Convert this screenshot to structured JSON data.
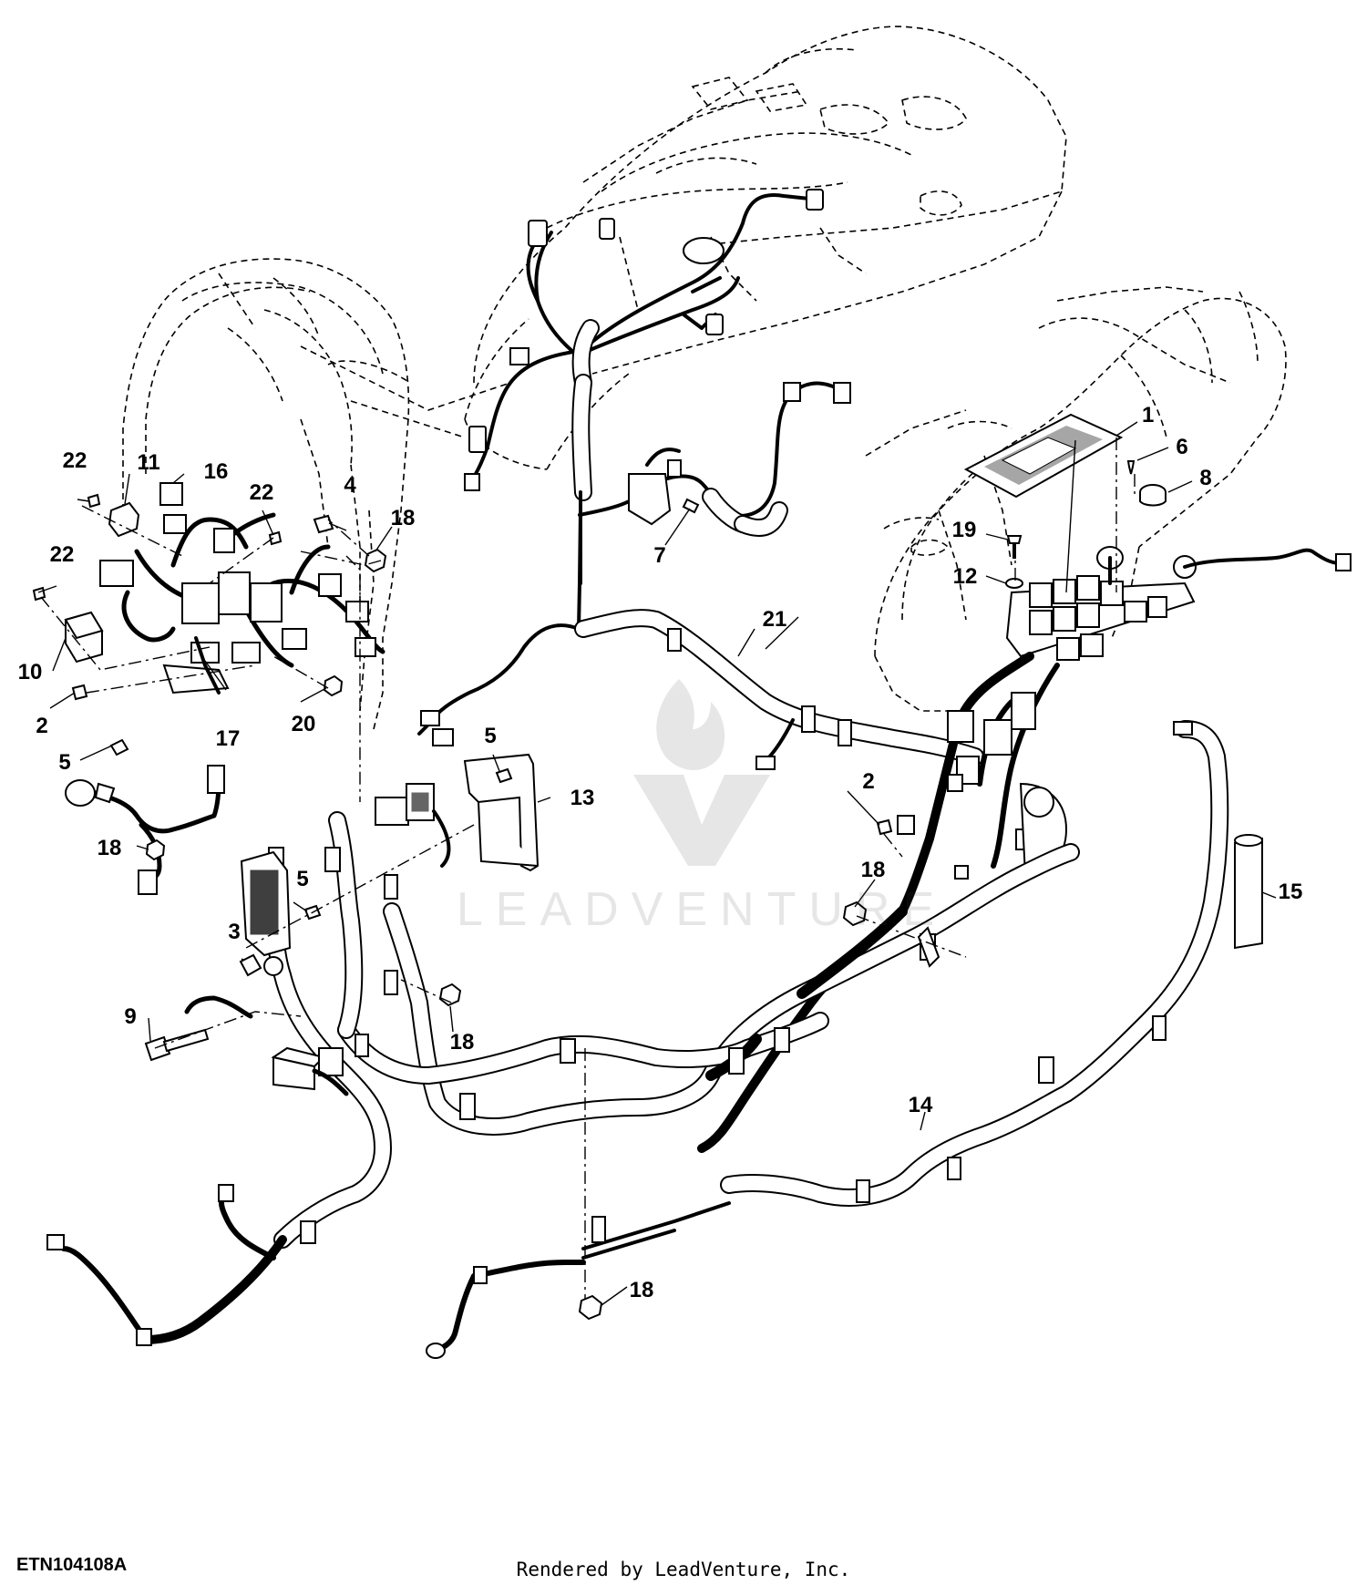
{
  "diagram": {
    "figure_id": "ETN104108A",
    "credit": "Rendered by LeadVenture, Inc.",
    "watermark": "LEADVENTURE",
    "callouts": [
      {
        "id": "c1",
        "label": "1"
      },
      {
        "id": "c2a",
        "label": "2"
      },
      {
        "id": "c2b",
        "label": "2"
      },
      {
        "id": "c3",
        "label": "3"
      },
      {
        "id": "c4",
        "label": "4"
      },
      {
        "id": "c5a",
        "label": "5"
      },
      {
        "id": "c5b",
        "label": "5"
      },
      {
        "id": "c5c",
        "label": "5"
      },
      {
        "id": "c6",
        "label": "6"
      },
      {
        "id": "c7",
        "label": "7"
      },
      {
        "id": "c8",
        "label": "8"
      },
      {
        "id": "c9",
        "label": "9"
      },
      {
        "id": "c10",
        "label": "10"
      },
      {
        "id": "c11",
        "label": "11"
      },
      {
        "id": "c12",
        "label": "12"
      },
      {
        "id": "c13",
        "label": "13"
      },
      {
        "id": "c14",
        "label": "14"
      },
      {
        "id": "c15",
        "label": "15"
      },
      {
        "id": "c16",
        "label": "16"
      },
      {
        "id": "c17",
        "label": "17"
      },
      {
        "id": "c18a",
        "label": "18"
      },
      {
        "id": "c18b",
        "label": "18"
      },
      {
        "id": "c18c",
        "label": "18"
      },
      {
        "id": "c18d",
        "label": "18"
      },
      {
        "id": "c18e",
        "label": "18"
      },
      {
        "id": "c19",
        "label": "19"
      },
      {
        "id": "c20",
        "label": "20"
      },
      {
        "id": "c21",
        "label": "21"
      },
      {
        "id": "c22a",
        "label": "22"
      },
      {
        "id": "c22b",
        "label": "22"
      },
      {
        "id": "c22c",
        "label": "22"
      }
    ]
  }
}
